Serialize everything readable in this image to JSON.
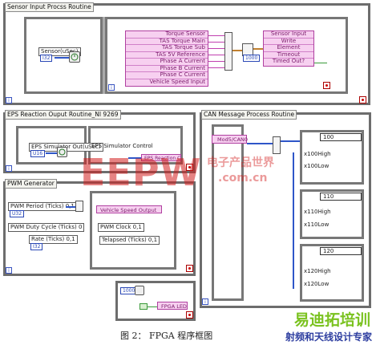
{
  "loops": {
    "sensor": {
      "title": "Sensor Input Procss Routine"
    },
    "eps": {
      "title": "EPS Reaction Ouput Routine_NI 9269"
    },
    "pwm": {
      "title": "PWM Generator"
    },
    "can": {
      "title": "CAN Message Process Routine"
    }
  },
  "sensor": {
    "control_label": "Sensor(uSec)",
    "control_badge": "I32",
    "fpga_node": [
      "Torque Sensor",
      "TAS Torque Main",
      "TAS Torque Sub",
      "TAS 5V Reference",
      "Phase A Current",
      "Phase B Current",
      "Phase C Current",
      "Vehicle Speed Input"
    ],
    "method_node": [
      "Sensor Input",
      "Write",
      "Element",
      "Timeout",
      "Timed Out?"
    ],
    "timeout_value": "1000"
  },
  "eps": {
    "control_label": "EPS Simulator Out(uSec)",
    "control_badge": "U16",
    "sim_label": "EPS Simulator Control",
    "sim_node": "EPS Reaction Control"
  },
  "pwm": {
    "period": "PWM Period (Ticks) 0,1",
    "duty": "PWM Duty Cycle (Ticks) 0",
    "rate": "Rate (Ticks) 0,1",
    "vehicle_speed_output": "Vehicle Speed Output",
    "clock": "PWM Clock 0,1",
    "elapsed": "Telapsed (Ticks) 0,1",
    "wait_value": "1000",
    "led_node": "FPGA LED",
    "badge_u32": "U32",
    "badge_i32": "I32"
  },
  "can": {
    "node_label": "Mod5/CAN0",
    "cases": [
      {
        "selector": "100",
        "items": [
          "x100High",
          "x100Low"
        ]
      },
      {
        "selector": "110",
        "items": [
          "x110High",
          "x110Low"
        ]
      },
      {
        "selector": "120",
        "items": [
          "x120High",
          "x120Low"
        ]
      }
    ]
  },
  "watermark": {
    "big": "EEPW",
    "cn": "电子产品世界",
    "url": ".com.cn",
    "bottom_cn": "易迪拓培训",
    "bottom_sub": "射频和天线设计专家"
  },
  "caption": "图 2：  FPGA 程序框图"
}
